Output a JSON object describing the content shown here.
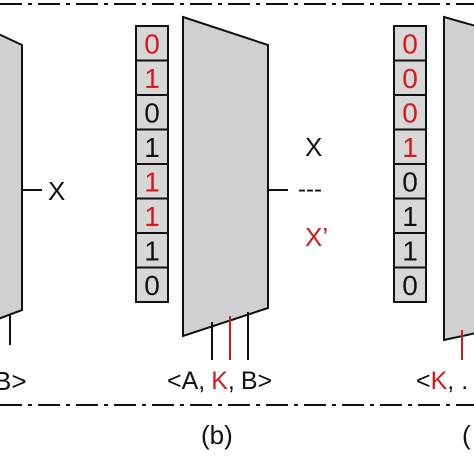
{
  "colors": {
    "black": "#111111",
    "red": "#d7191c",
    "mux_fill": "#d0d0d0",
    "cell_fill": "#d7d7d7"
  },
  "panel_a": {
    "output": "X",
    "inputs_suffix": "B>"
  },
  "panel_b": {
    "bits": [
      {
        "v": "0",
        "color": "red"
      },
      {
        "v": "1",
        "color": "red"
      },
      {
        "v": "0",
        "color": "black"
      },
      {
        "v": "1",
        "color": "black"
      },
      {
        "v": "1",
        "color": "red"
      },
      {
        "v": "1",
        "color": "red"
      },
      {
        "v": "1",
        "color": "black"
      },
      {
        "v": "0",
        "color": "black"
      }
    ],
    "output_x": "X",
    "output_dash": "---",
    "output_xprime": "X’",
    "inputs": {
      "open": "<A,",
      "key": "K",
      "sep": ",",
      "close": "B>"
    },
    "caption": "(b)"
  },
  "panel_c": {
    "bits": [
      {
        "v": "0",
        "color": "red"
      },
      {
        "v": "0",
        "color": "red"
      },
      {
        "v": "0",
        "color": "red"
      },
      {
        "v": "1",
        "color": "red"
      },
      {
        "v": "0",
        "color": "black"
      },
      {
        "v": "1",
        "color": "black"
      },
      {
        "v": "1",
        "color": "black"
      },
      {
        "v": "0",
        "color": "black"
      }
    ],
    "inputs": {
      "open": "<",
      "key": "K",
      "sep": ", ."
    },
    "caption": "("
  }
}
